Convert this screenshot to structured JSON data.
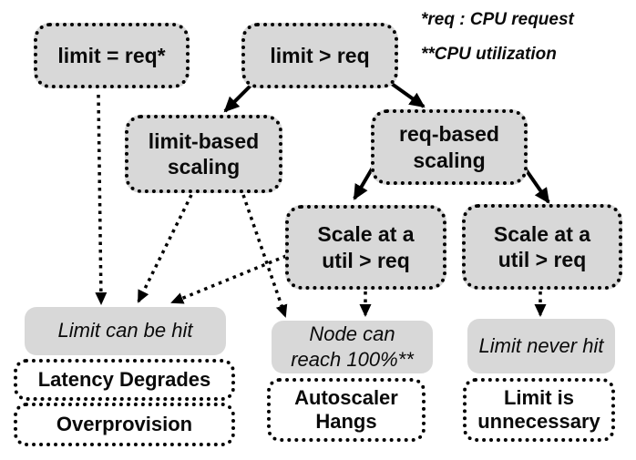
{
  "colors": {
    "node_fill": "#d8d8d8",
    "outcome_fill": "#d8d8d8",
    "result_fill": "#ffffff",
    "border": "#000000",
    "text": "#0a0a0a"
  },
  "annotations": {
    "req_note": "*req : CPU request",
    "util_note": "**CPU utilization"
  },
  "nodes": {
    "limit_eq_req": {
      "label": "limit = req*"
    },
    "limit_gt_req": {
      "label": "limit > req"
    },
    "limit_based_scaling": {
      "lines": [
        "limit-based",
        "scaling"
      ]
    },
    "req_based_scaling": {
      "lines": [
        "req-based",
        "scaling"
      ]
    },
    "scale_util_left": {
      "lines": [
        "Scale at a",
        "util > req"
      ]
    },
    "scale_util_right": {
      "lines": [
        "Scale at a",
        "util > req"
      ]
    }
  },
  "outcomes": {
    "limit_can_be_hit": {
      "label": "Limit can be hit"
    },
    "node_can_reach": {
      "lines": [
        "Node can",
        "reach 100%**"
      ]
    },
    "limit_never_hit": {
      "label": "Limit never hit"
    }
  },
  "results": {
    "latency_degrades": {
      "label": "Latency Degrades"
    },
    "overprovision": {
      "label": "Overprovision"
    },
    "autoscaler_hangs": {
      "lines": [
        "Autoscaler",
        "Hangs"
      ]
    },
    "limit_is_unnecessary": {
      "lines": [
        "Limit is",
        "unnecessary"
      ]
    }
  }
}
